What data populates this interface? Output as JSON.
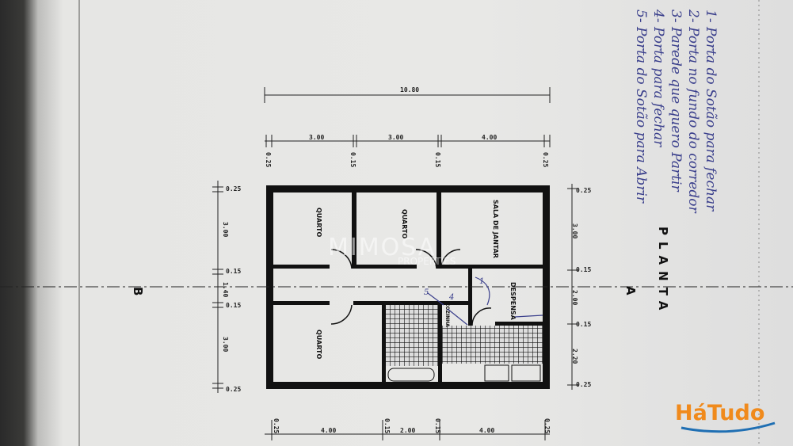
{
  "title": "PLANTA",
  "section_markers": {
    "a": "A",
    "b": "B"
  },
  "overall_dimension": "10.80",
  "top_dims": {
    "parts": [
      "3.00",
      "3.00",
      "4.00"
    ],
    "walls": [
      "0.25",
      "0.15",
      "0.15",
      "0.25"
    ]
  },
  "bottom_dims": {
    "parts": [
      "4.00",
      "2.00",
      "4.00"
    ],
    "walls": [
      "0.25",
      "0.15",
      "0.15",
      "0.25"
    ]
  },
  "left_dims": [
    "0.25",
    "3.00",
    "0.15",
    "1.40",
    "0.15",
    "3.00",
    "0.25"
  ],
  "right_dims": [
    "0.25",
    "3.00",
    "0.15",
    "2.00",
    "0.15",
    "2.20",
    "0.25"
  ],
  "rooms": {
    "quarto1": "QUARTO",
    "quarto2": "QUARTO",
    "quarto3": "QUARTO",
    "sala": "SALA DE JANTAR",
    "despensa": "DESPENSA",
    "cozinha": "COZINHA"
  },
  "notes": [
    "1- Porta do Sotão para fechar",
    "2- Porta no fundo do corredor",
    "3- Parede que quero Partir",
    "4- Porta para fechar",
    "5- Porta do Sotão para Abrir"
  ],
  "annotation_marks": [
    "1",
    "4",
    "5"
  ],
  "watermarks": {
    "mimosa": "MIMOSA",
    "mimosa_sub": "PROPERTIES",
    "hatudo": "HáTudo"
  },
  "colors": {
    "ink": "#111111",
    "pen": "#3a3f8c",
    "paper": "#e6e6e4",
    "hatudo_orange": "#f08a1c",
    "hatudo_blue": "#1f6fb3"
  }
}
